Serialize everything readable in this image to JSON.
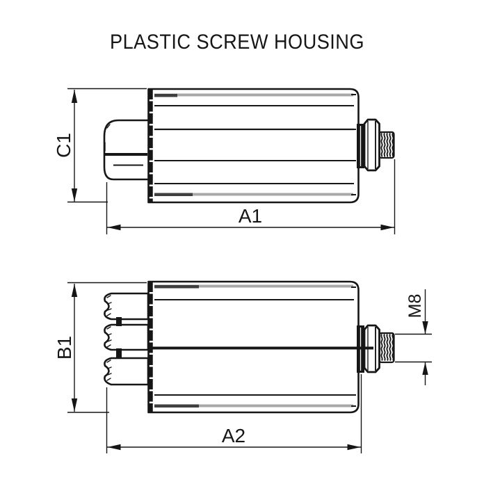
{
  "title": "PLASTIC SCREW HOUSING",
  "labels": {
    "c1": "C1",
    "a1": "A1",
    "b1": "B1",
    "a2": "A2",
    "m8": "M8"
  },
  "colors": {
    "line": "#161616",
    "highlight_gray": "#a8a8a8",
    "highlight_dark": "#3f3f3f",
    "background": "#ffffff"
  }
}
